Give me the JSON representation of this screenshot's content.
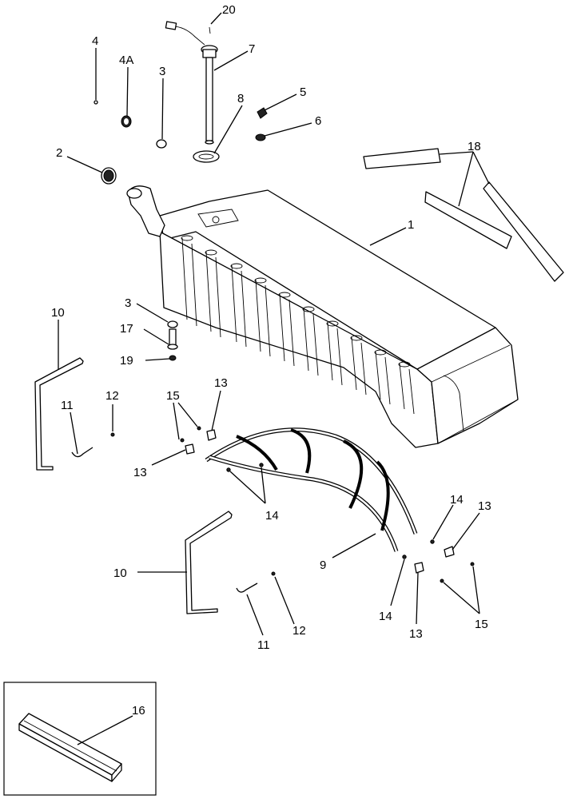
{
  "callouts": {
    "c1": "1",
    "c2": "2",
    "c3a": "3",
    "c3b": "3",
    "c4": "4",
    "c4a": "4A",
    "c5": "5",
    "c6": "6",
    "c7": "7",
    "c8": "8",
    "c9": "9",
    "c10a": "10",
    "c10b": "10",
    "c11a": "11",
    "c11b": "11",
    "c12a": "12",
    "c12b": "12",
    "c13a": "13",
    "c13b": "13",
    "c13c": "13",
    "c13d": "13",
    "c14a": "14",
    "c14b": "14",
    "c14c": "14",
    "c15a": "15",
    "c15b": "15",
    "c16": "16",
    "c17": "17",
    "c18": "18",
    "c19": "19",
    "c20": "20"
  }
}
